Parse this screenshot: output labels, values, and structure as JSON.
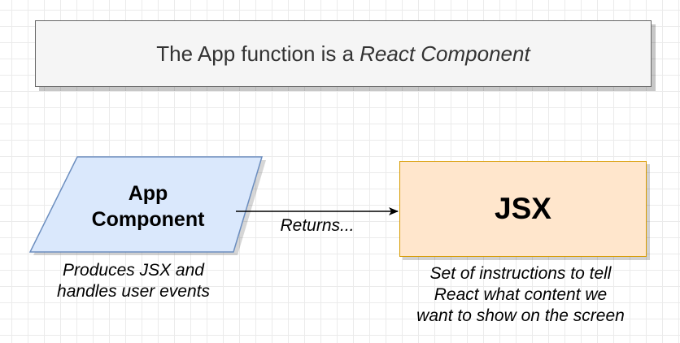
{
  "title": {
    "text_plain": "The App function is a",
    "text_emphasis": "React Component"
  },
  "nodes": {
    "app": {
      "label_line1": "App",
      "label_line2": "Component",
      "fill": "#dae8fc",
      "stroke": "#6c8ebf",
      "caption_line1": "Produces JSX and",
      "caption_line2": "handles user events"
    },
    "jsx": {
      "label": "JSX",
      "fill": "#ffe6cc",
      "stroke": "#d79b00",
      "caption_line1": "Set of instructions to tell",
      "caption_line2": "React what content we",
      "caption_line3": "want to show on the screen"
    }
  },
  "edge": {
    "label": "Returns..."
  }
}
